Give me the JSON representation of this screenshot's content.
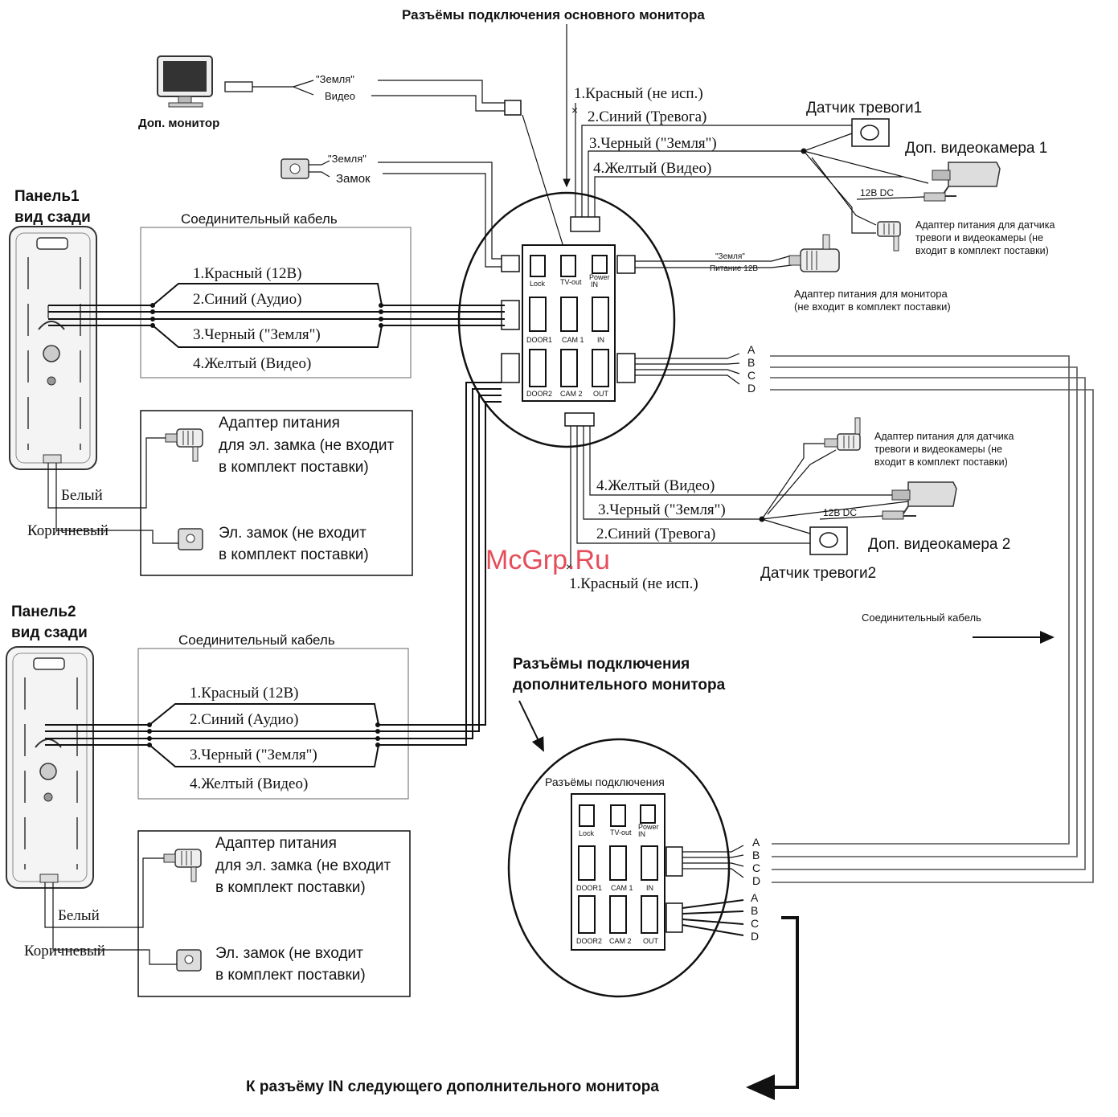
{
  "diagram": {
    "title_main_monitor": "Разъёмы подключения основного монитора",
    "title_ext_monitor_l1": "Разъёмы подключения",
    "title_ext_monitor_l2": "дополнительного монитора",
    "bottom_caption": "К разъёму IN следующего дополнительного монитора",
    "watermark": "McGrp.Ru",
    "extra_monitor": {
      "label": "Доп. монитор",
      "ground": "\"Земля\"",
      "video": "Видео"
    },
    "lock_top": {
      "ground": "\"Земля\"",
      "lock": "Замок"
    },
    "panel1": {
      "title_l1": "Панель1",
      "title_l2": "вид сзади",
      "cable_title": "Соединительный кабель",
      "wires": [
        "1.Красный (12В)",
        "2.Синий (Аудио)",
        "3.Черный (\"Земля\")",
        "4.Желтый (Видео)"
      ],
      "adapter_l1": "Адаптер питания",
      "adapter_l2": "для эл. замка (не входит",
      "adapter_l3": "в комплект поставки)",
      "lock_l1": "Эл. замок (не входит",
      "lock_l2": "в комплект поставки)",
      "white": "Белый",
      "brown": "Коричневый"
    },
    "panel2": {
      "title_l1": "Панель2",
      "title_l2": "вид сзади",
      "cable_title": "Соединительный кабель",
      "wires": [
        "1.Красный (12В)",
        "2.Синий (Аудио)",
        "3.Черный (\"Земля\")",
        "4.Желтый (Видео)"
      ],
      "adapter_l1": "Адаптер питания",
      "adapter_l2": "для эл. замка (не входит",
      "adapter_l3": "в комплект поставки)",
      "lock_l1": "Эл. замок (не входит",
      "lock_l2": "в комплект поставки)",
      "white": "Белый",
      "brown": "Коричневый"
    },
    "camera1": {
      "wires": [
        "1.Красный (не исп.)",
        "2.Синий (Тревога)",
        "3.Черный (\"Земля\")",
        "4.Желтый (Видео)"
      ],
      "sensor": "Датчик тревоги1",
      "camera": "Доп. видеокамера 1",
      "dc": "12В DC",
      "adapter_l1": "Адаптер питания для датчика",
      "adapter_l2": "тревоги и видеокамеры (не",
      "adapter_l3": "входит в комплект поставки)"
    },
    "camera2": {
      "wires": [
        "4.Желтый (Видео)",
        "3.Черный (\"Земля\")",
        "2.Синий (Тревога)",
        "1.Красный (не исп.)"
      ],
      "sensor": "Датчик тревоги2",
      "camera": "Доп. видеокамера 2",
      "dc": "12В DC",
      "adapter_l1": "Адаптер питания для датчика",
      "adapter_l2": "тревоги и видеокамеры (не",
      "adapter_l3": "входит в комплект поставки)"
    },
    "monitor_power": {
      "ground": "\"Земля\"",
      "power": "Питание 12В",
      "adapter_l1": "Адаптер питания для монитора",
      "adapter_l2": "(не входит в комплект поставки)"
    },
    "connectors_main": {
      "lock": "Lock",
      "tvout": "TV-out",
      "power_l1": "Power",
      "power_l2": "IN",
      "door1": "DOOR1",
      "cam1": "CAM 1",
      "in": "IN",
      "door2": "DOOR2",
      "cam2": "CAM 2",
      "out": "OUT"
    },
    "connectors_ext": {
      "caption": "Разъёмы подключения",
      "lock": "Lock",
      "tvout": "TV-out",
      "power_l1": "Power",
      "power_l2": "IN",
      "door1": "DOOR1",
      "cam1": "CAM 1",
      "in": "IN",
      "door2": "DOOR2",
      "cam2": "CAM 2",
      "out": "OUT"
    },
    "abcd": [
      "A",
      "B",
      "C",
      "D"
    ],
    "link_cable": "Соединительный кабель"
  }
}
